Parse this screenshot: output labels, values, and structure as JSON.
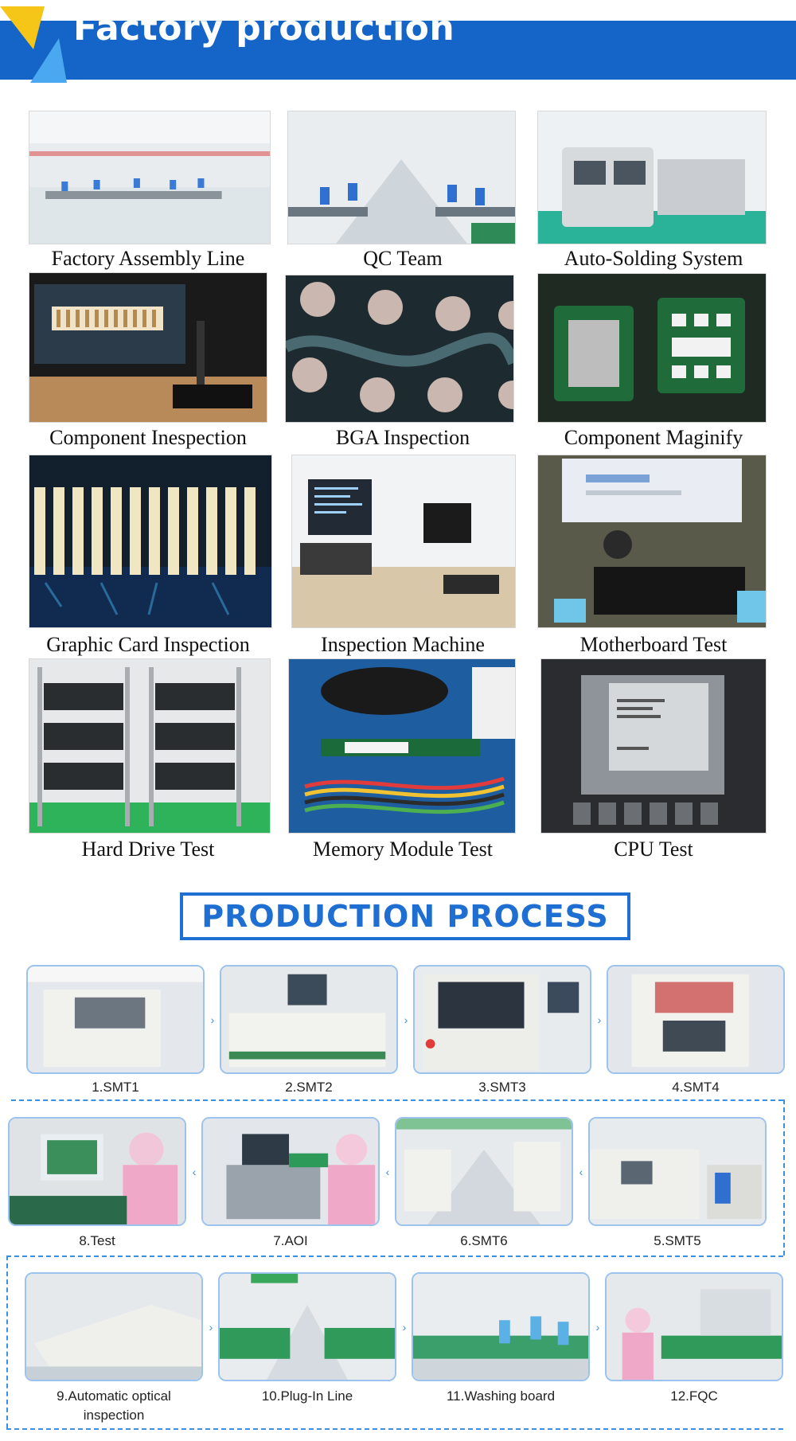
{
  "header": {
    "title": "Factory production"
  },
  "factory": {
    "captions": [
      "Factory Assembly Line",
      "QC Team",
      "Auto-Solding System",
      "Component Inespection",
      "BGA Inspection",
      "Component Maginify",
      "Graphic Card Inspection",
      "Inspection Machine",
      "Motherboard Test",
      "Hard Drive Test",
      "Memory Module Test",
      "CPU Test"
    ]
  },
  "process": {
    "title": "PRODUCTION PROCESS",
    "steps": [
      "1.SMT1",
      "2.SMT2",
      "3.SMT3",
      "4.SMT4",
      "5.SMT5",
      "6.SMT6",
      "7.AOI",
      "8.Test",
      "9.Automatic optical inspection",
      "10.Plug-In Line",
      "11.Washing board",
      "12.FQC"
    ]
  },
  "colors": {
    "brand_blue": "#1565c8",
    "accent_yellow": "#f5c518",
    "accent_light_blue": "#4aa8f0",
    "process_blue": "#1e6fd1"
  },
  "icons": {
    "arrow": "chevron-right-icon"
  }
}
